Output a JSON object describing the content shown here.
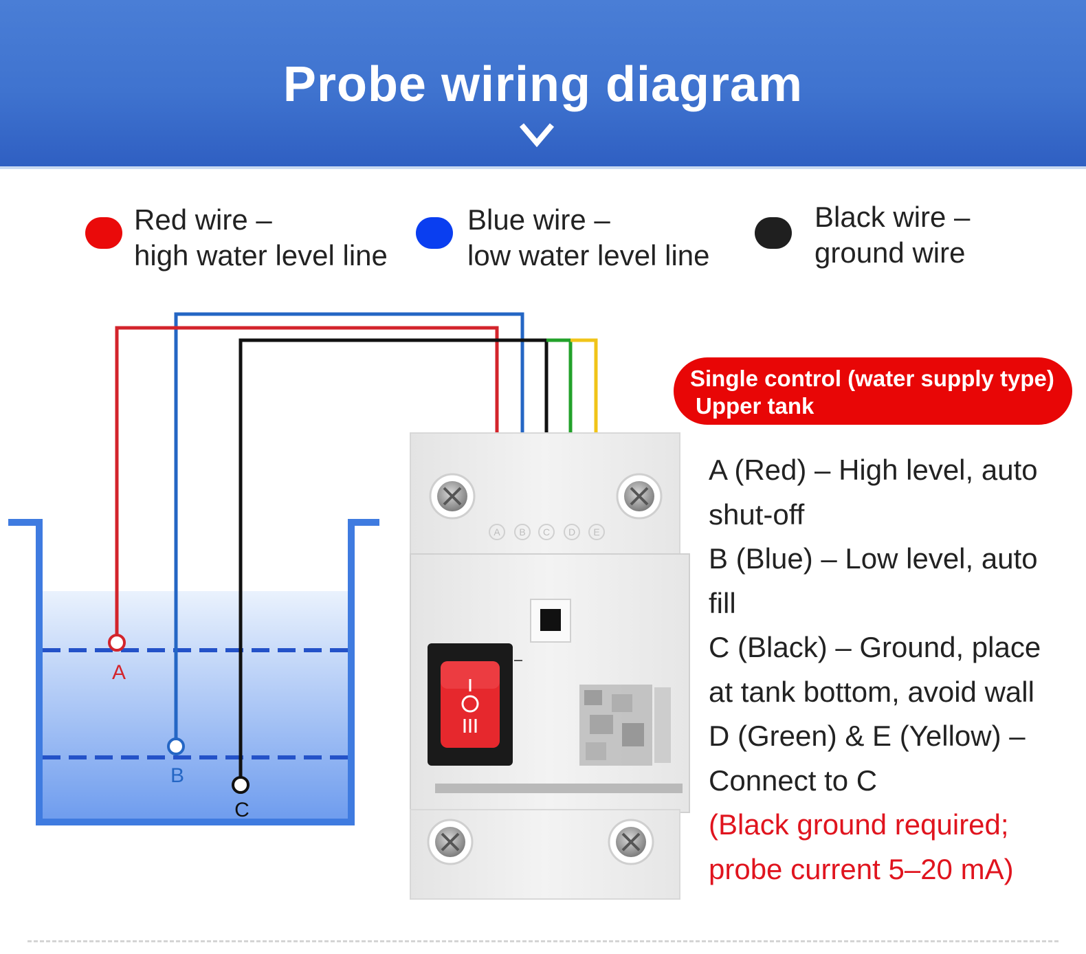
{
  "header": {
    "title": "Probe wiring diagram",
    "chevron_icon": "chevron-down-icon"
  },
  "legend": [
    {
      "line1": "Red wire –",
      "line2": "high water level line",
      "color": "#ea0a0a"
    },
    {
      "line1": "Blue wire –",
      "line2": "low water level line",
      "color": "#0a3ef0"
    },
    {
      "line1": "Black wire –",
      "line2": "ground wire",
      "color": "#1f1f1f"
    }
  ],
  "tank": {
    "probe_labels": [
      "A",
      "B",
      "C"
    ]
  },
  "device": {
    "terminals": [
      "A",
      "B",
      "C",
      "D",
      "E"
    ],
    "wire_colors": {
      "red": "#d3242b",
      "blue": "#2466c4",
      "black": "#111111",
      "green": "#22a12a",
      "yellow": "#f0c419"
    }
  },
  "badge": {
    "line1": "Single control (water supply type)",
    "line2": "Upper tank"
  },
  "description": {
    "lines": [
      "A (Red) – High level, auto",
      "shut-off",
      "B (Blue) – Low level, auto",
      "fill",
      "C (Black) – Ground, place",
      "at tank bottom, avoid wall",
      "D (Green) & E (Yellow) –",
      "Connect to C"
    ],
    "note_lines": [
      "(Black ground required;",
      "probe current 5–20 mA)"
    ]
  }
}
